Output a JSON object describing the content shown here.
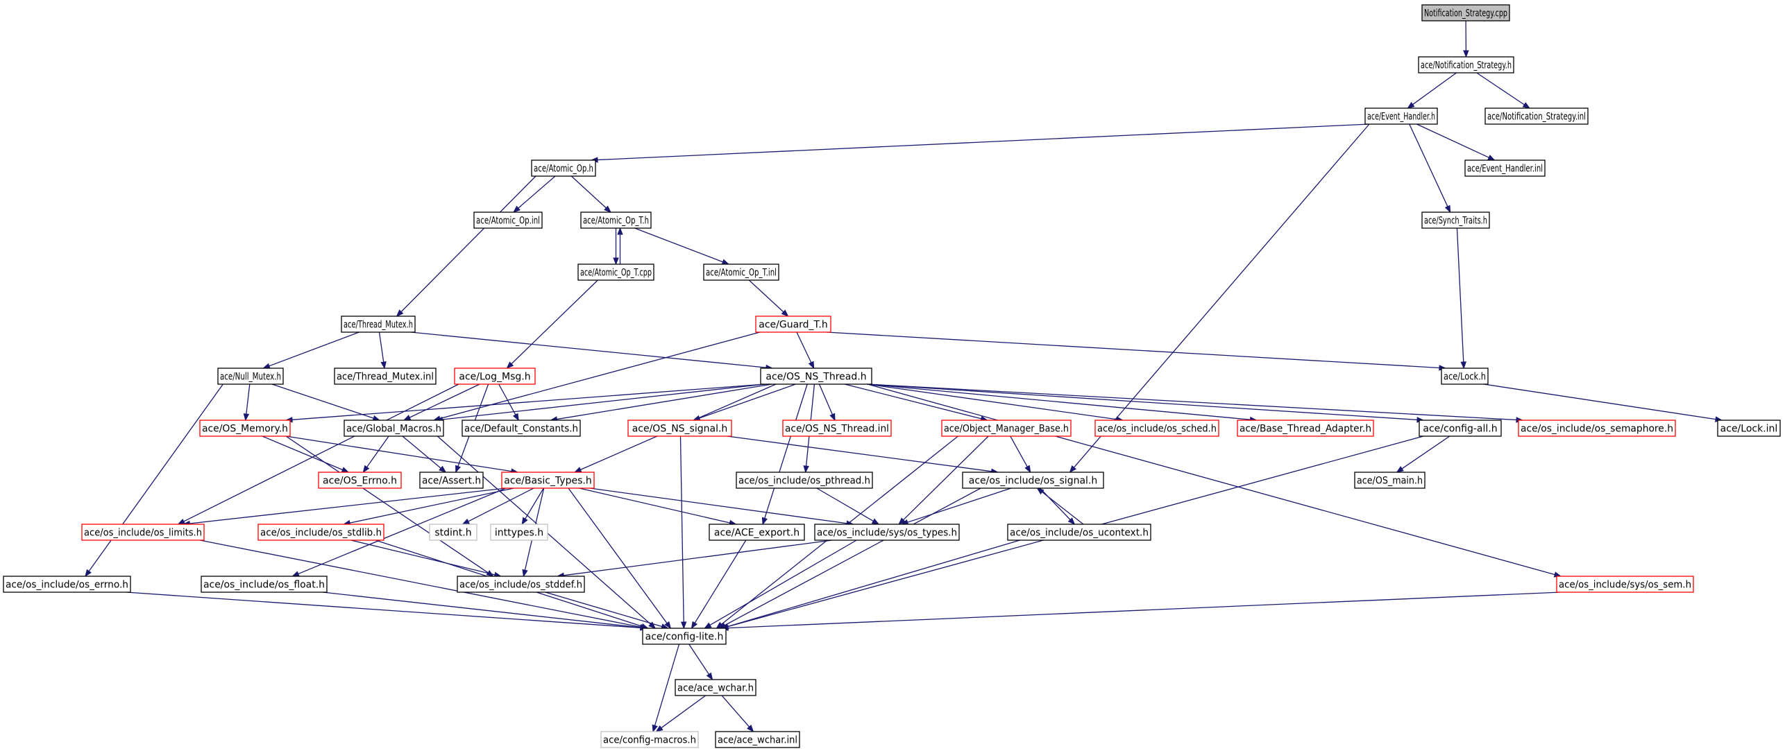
{
  "nodes": [
    {
      "id": "n_root",
      "label": "Notification_Strategy.cpp",
      "style": "root"
    },
    {
      "id": "n_ns_h",
      "label": "ace/Notification_Strategy.h",
      "style": "normal"
    },
    {
      "id": "n_eh_h",
      "label": "ace/Event_Handler.h",
      "style": "normal"
    },
    {
      "id": "n_ns_inl",
      "label": "ace/Notification_Strategy.inl",
      "style": "normal"
    },
    {
      "id": "n_aop_h",
      "label": "ace/Atomic_Op.h",
      "style": "normal"
    },
    {
      "id": "n_eh_inl",
      "label": "ace/Event_Handler.inl",
      "style": "normal"
    },
    {
      "id": "n_aop_inl",
      "label": "ace/Atomic_Op.inl",
      "style": "normal"
    },
    {
      "id": "n_aopt_h",
      "label": "ace/Atomic_Op_T.h",
      "style": "normal"
    },
    {
      "id": "n_synch",
      "label": "ace/Synch_Traits.h",
      "style": "normal"
    },
    {
      "id": "n_aopt_cpp",
      "label": "ace/Atomic_Op_T.cpp",
      "style": "normal"
    },
    {
      "id": "n_aopt_inl",
      "label": "ace/Atomic_Op_T.inl",
      "style": "normal"
    },
    {
      "id": "n_tmutex_h",
      "label": "ace/Thread_Mutex.h",
      "style": "normal"
    },
    {
      "id": "n_guard",
      "label": "ace/Guard_T.h",
      "style": "red"
    },
    {
      "id": "n_nullmutex",
      "label": "ace/Null_Mutex.h",
      "style": "normal"
    },
    {
      "id": "n_tmutex_inl",
      "label": "ace/Thread_Mutex.inl",
      "style": "normal"
    },
    {
      "id": "n_logmsg",
      "label": "ace/Log_Msg.h",
      "style": "red"
    },
    {
      "id": "n_osnsthread",
      "label": "ace/OS_NS_Thread.h",
      "style": "normal"
    },
    {
      "id": "n_lock_h",
      "label": "ace/Lock.h",
      "style": "normal"
    },
    {
      "id": "n_osmemory",
      "label": "ace/OS_Memory.h",
      "style": "red"
    },
    {
      "id": "n_globalmacros",
      "label": "ace/Global_Macros.h",
      "style": "normal"
    },
    {
      "id": "n_defconst",
      "label": "ace/Default_Constants.h",
      "style": "normal"
    },
    {
      "id": "n_osnssignal",
      "label": "ace/OS_NS_signal.h",
      "style": "red"
    },
    {
      "id": "n_osnsthread_inl",
      "label": "ace/OS_NS_Thread.inl",
      "style": "red"
    },
    {
      "id": "n_objmgr",
      "label": "ace/Object_Manager_Base.h",
      "style": "red"
    },
    {
      "id": "n_ossched",
      "label": "ace/os_include/os_sched.h",
      "style": "red"
    },
    {
      "id": "n_basethread",
      "label": "ace/Base_Thread_Adapter.h",
      "style": "red"
    },
    {
      "id": "n_configall",
      "label": "ace/config-all.h",
      "style": "normal"
    },
    {
      "id": "n_ossemaphore",
      "label": "ace/os_include/os_semaphore.h",
      "style": "red"
    },
    {
      "id": "n_lock_inl",
      "label": "ace/Lock.inl",
      "style": "normal"
    },
    {
      "id": "n_oserrno",
      "label": "ace/OS_Errno.h",
      "style": "red"
    },
    {
      "id": "n_assert",
      "label": "ace/Assert.h",
      "style": "normal"
    },
    {
      "id": "n_basictypes",
      "label": "ace/Basic_Types.h",
      "style": "red"
    },
    {
      "id": "n_ospthread",
      "label": "ace/os_include/os_pthread.h",
      "style": "normal"
    },
    {
      "id": "n_ossignal",
      "label": "ace/os_include/os_signal.h",
      "style": "normal"
    },
    {
      "id": "n_osmain",
      "label": "ace/OS_main.h",
      "style": "normal"
    },
    {
      "id": "n_oslimits",
      "label": "ace/os_include/os_limits.h",
      "style": "red"
    },
    {
      "id": "n_osstdlib",
      "label": "ace/os_include/os_stdlib.h",
      "style": "red"
    },
    {
      "id": "n_stdint",
      "label": "stdint.h",
      "style": "grey"
    },
    {
      "id": "n_inttypes",
      "label": "inttypes.h",
      "style": "grey"
    },
    {
      "id": "n_aceexport",
      "label": "ace/ACE_export.h",
      "style": "normal"
    },
    {
      "id": "n_systypes",
      "label": "ace/os_include/sys/os_types.h",
      "style": "normal"
    },
    {
      "id": "n_osucontext",
      "label": "ace/os_include/os_ucontext.h",
      "style": "normal"
    },
    {
      "id": "n_oserrno_h",
      "label": "ace/os_include/os_errno.h",
      "style": "normal"
    },
    {
      "id": "n_osfloat",
      "label": "ace/os_include/os_float.h",
      "style": "normal"
    },
    {
      "id": "n_osstddef",
      "label": "ace/os_include/os_stddef.h",
      "style": "normal"
    },
    {
      "id": "n_syssem",
      "label": "ace/os_include/sys/os_sem.h",
      "style": "red"
    },
    {
      "id": "n_configlite",
      "label": "ace/config-lite.h",
      "style": "normal"
    },
    {
      "id": "n_acewchar_h",
      "label": "ace/ace_wchar.h",
      "style": "normal"
    },
    {
      "id": "n_configmacros",
      "label": "ace/config-macros.h",
      "style": "grey"
    },
    {
      "id": "n_acewchar_inl",
      "label": "ace/ace_wchar.inl",
      "style": "normal"
    }
  ],
  "edges": [
    [
      "n_root",
      "n_ns_h"
    ],
    [
      "n_ns_h",
      "n_eh_h"
    ],
    [
      "n_ns_h",
      "n_ns_inl"
    ],
    [
      "n_eh_h",
      "n_aop_h"
    ],
    [
      "n_eh_h",
      "n_eh_inl"
    ],
    [
      "n_eh_h",
      "n_synch"
    ],
    [
      "n_eh_h",
      "n_ossignal"
    ],
    [
      "n_aop_h",
      "n_aop_inl"
    ],
    [
      "n_aop_h",
      "n_aopt_h"
    ],
    [
      "n_aop_h",
      "n_tmutex_h"
    ],
    [
      "n_aopt_h",
      "n_aopt_cpp"
    ],
    [
      "n_aopt_cpp",
      "n_aopt_h"
    ],
    [
      "n_aopt_h",
      "n_aopt_inl"
    ],
    [
      "n_aopt_cpp",
      "n_logmsg"
    ],
    [
      "n_aopt_inl",
      "n_guard"
    ],
    [
      "n_synch",
      "n_lock_h"
    ],
    [
      "n_guard",
      "n_osnsthread"
    ],
    [
      "n_guard",
      "n_lock_h"
    ],
    [
      "n_guard",
      "n_globalmacros"
    ],
    [
      "n_tmutex_h",
      "n_nullmutex"
    ],
    [
      "n_tmutex_h",
      "n_tmutex_inl"
    ],
    [
      "n_tmutex_h",
      "n_osnsthread"
    ],
    [
      "n_nullmutex",
      "n_osmemory"
    ],
    [
      "n_nullmutex",
      "n_globalmacros"
    ],
    [
      "n_nullmutex",
      "n_oserrno_h"
    ],
    [
      "n_lock_h",
      "n_lock_inl"
    ],
    [
      "n_logmsg",
      "n_globalmacros"
    ],
    [
      "n_logmsg",
      "n_defconst"
    ],
    [
      "n_logmsg",
      "n_assert"
    ],
    [
      "n_logmsg",
      "n_oslimits"
    ],
    [
      "n_osnsthread",
      "n_osmemory"
    ],
    [
      "n_osnsthread",
      "n_globalmacros"
    ],
    [
      "n_osnsthread",
      "n_defconst"
    ],
    [
      "n_osnsthread",
      "n_osnssignal"
    ],
    [
      "n_osnsthread",
      "n_osnsthread_inl"
    ],
    [
      "n_osnsthread",
      "n_objmgr"
    ],
    [
      "n_osnsthread",
      "n_ossched"
    ],
    [
      "n_osnsthread",
      "n_basethread"
    ],
    [
      "n_osnsthread",
      "n_configall"
    ],
    [
      "n_osnsthread",
      "n_ossemaphore"
    ],
    [
      "n_osnsthread",
      "n_basictypes"
    ],
    [
      "n_osnsthread",
      "n_ospthread"
    ],
    [
      "n_osnsthread",
      "n_aceexport"
    ],
    [
      "n_osnsthread",
      "n_syssem"
    ],
    [
      "n_osmemory",
      "n_oserrno"
    ],
    [
      "n_osmemory",
      "n_basictypes"
    ],
    [
      "n_osmemory",
      "n_osstddef"
    ],
    [
      "n_globalmacros",
      "n_oserrno"
    ],
    [
      "n_globalmacros",
      "n_assert"
    ],
    [
      "n_globalmacros",
      "n_configlite"
    ],
    [
      "n_osnssignal",
      "n_ossignal"
    ],
    [
      "n_osnssignal",
      "n_configlite"
    ],
    [
      "n_objmgr",
      "n_ossignal"
    ],
    [
      "n_objmgr",
      "n_systypes"
    ],
    [
      "n_objmgr",
      "n_configlite"
    ],
    [
      "n_configall",
      "n_osmain"
    ],
    [
      "n_configall",
      "n_configlite"
    ],
    [
      "n_basictypes",
      "n_oslimits"
    ],
    [
      "n_basictypes",
      "n_osstdlib"
    ],
    [
      "n_basictypes",
      "n_stdint"
    ],
    [
      "n_basictypes",
      "n_inttypes"
    ],
    [
      "n_basictypes",
      "n_aceexport"
    ],
    [
      "n_basictypes",
      "n_systypes"
    ],
    [
      "n_basictypes",
      "n_osfloat"
    ],
    [
      "n_basictypes",
      "n_osstddef"
    ],
    [
      "n_basictypes",
      "n_configlite"
    ],
    [
      "n_ospthread",
      "n_systypes"
    ],
    [
      "n_ossignal",
      "n_systypes"
    ],
    [
      "n_ossignal",
      "n_osucontext"
    ],
    [
      "n_osucontext",
      "n_ossignal"
    ],
    [
      "n_ossignal",
      "n_configlite"
    ],
    [
      "n_osucontext",
      "n_configlite"
    ],
    [
      "n_systypes",
      "n_osstddef"
    ],
    [
      "n_systypes",
      "n_configlite"
    ],
    [
      "n_aceexport",
      "n_configlite"
    ],
    [
      "n_oslimits",
      "n_configlite"
    ],
    [
      "n_osstdlib",
      "n_osstddef"
    ],
    [
      "n_osstdlib",
      "n_configlite"
    ],
    [
      "n_oserrno_h",
      "n_configlite"
    ],
    [
      "n_osfloat",
      "n_configlite"
    ],
    [
      "n_osstddef",
      "n_configlite"
    ],
    [
      "n_syssem",
      "n_configlite"
    ],
    [
      "n_configlite",
      "n_acewchar_h"
    ],
    [
      "n_configlite",
      "n_configmacros"
    ],
    [
      "n_acewchar_h",
      "n_configmacros"
    ],
    [
      "n_acewchar_h",
      "n_acewchar_inl"
    ]
  ]
}
